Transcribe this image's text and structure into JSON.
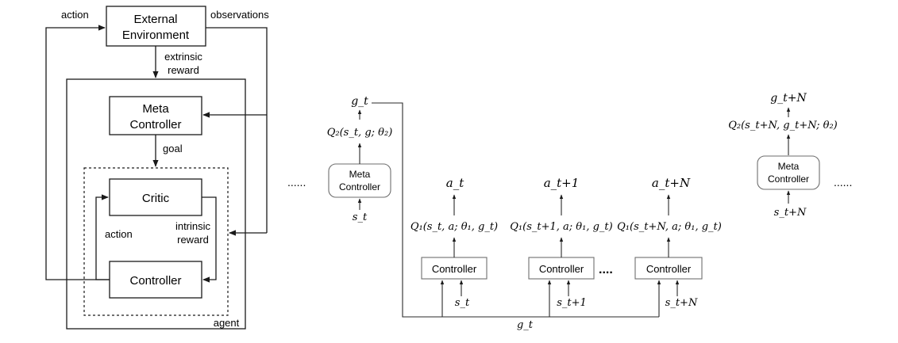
{
  "left": {
    "external_environment": [
      "External",
      "Environment"
    ],
    "action_top": "action",
    "observations": "observations",
    "extrinsic_reward": [
      "extrinsic",
      "reward"
    ],
    "meta_controller": [
      "Meta",
      "Controller"
    ],
    "goal": "goal",
    "critic": "Critic",
    "action_inner": "action",
    "intrinsic_reward": [
      "intrinsic",
      "reward"
    ],
    "controller": "Controller",
    "agent": "agent"
  },
  "right": {
    "g_t_top": "g_t",
    "q2_t": "Q₂(s_t, g; θ₂)",
    "meta_controller": [
      "Meta",
      "Controller"
    ],
    "s_t_meta": "s_t",
    "dots_left": "......",
    "a_t": "a_t",
    "a_t1": "a_t+1",
    "a_tN": "a_t+N",
    "q1_t": "Q₁(s_t, a; θ₁, g_t)",
    "q1_t1": "Q₁(s_t+1, a; θ₁, g_t)",
    "q1_tN": "Q₁(s_t+N, a; θ₁, g_t)",
    "controller": "Controller",
    "dots_mid": "....",
    "s_t": "s_t",
    "s_t1": "s_t+1",
    "s_tN": "s_t+N",
    "g_t_bottom": "g_t",
    "g_tN_top": "g_t+N",
    "q2_tN": "Q₂(s_t+N, g_t+N; θ₂)",
    "meta_controller_2": [
      "Meta",
      "Controller"
    ],
    "s_tN_meta": "s_t+N",
    "dots_right": "......"
  }
}
